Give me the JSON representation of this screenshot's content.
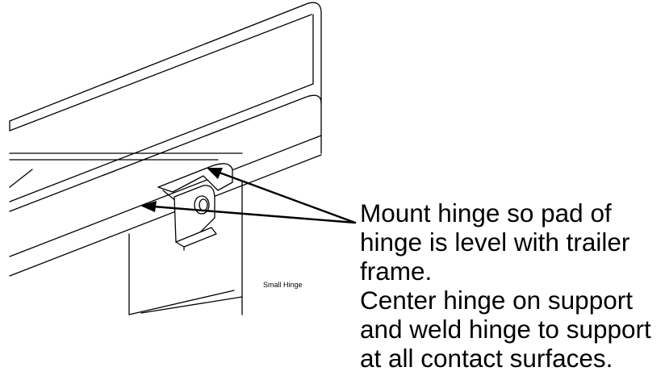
{
  "drawing": {
    "part_label": "Small Hinge",
    "instructions": [
      "Mount hinge so pad of hinge is level with trailer frame.",
      "Center hinge on support and weld hinge to support at all contact surfaces."
    ]
  },
  "colors": {
    "ink": "#000000",
    "background": "#ffffff"
  }
}
